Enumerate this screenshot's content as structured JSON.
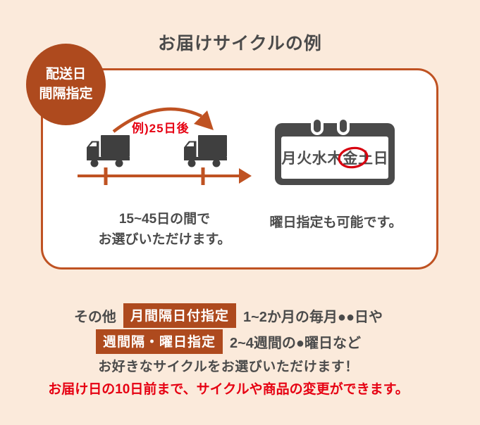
{
  "colors": {
    "background": "#fbeadb",
    "panel_background": "#ffffff",
    "panel_border_orange": "#bf5222",
    "badge_orange": "#ae4a1e",
    "text_dark_gray": "#4b4b4b",
    "icon_gray": "#3f3f3f",
    "alert_red": "#e60012",
    "annotation_red": "#d7000f"
  },
  "title": "お届けサイクルの例",
  "panel": {
    "corner_badge": {
      "line1": "配送日",
      "line2": "間隔指定"
    },
    "interval_example": {
      "arrow_label": "例)25日後",
      "caption_line1": "15~45日の間で",
      "caption_line2": "お選びいただけます。"
    },
    "weekday_example": {
      "calendar_days": [
        "月",
        "火",
        "水",
        "木",
        "金",
        "土",
        "日"
      ],
      "circled_day": "金",
      "caption": "曜日指定も可能です。"
    }
  },
  "other_options": {
    "prefix": "その他",
    "rows": [
      {
        "badge": "月間隔日付指定",
        "description": "1~2か月の毎月●●日や"
      },
      {
        "badge": "週間隔・曜日指定",
        "description": "2~4週間の●曜日など"
      }
    ],
    "summary": "お好きなサイクルをお選びいただけます！",
    "note": "お届け日の10日前まで、サイクルや商品の変更ができます。"
  }
}
